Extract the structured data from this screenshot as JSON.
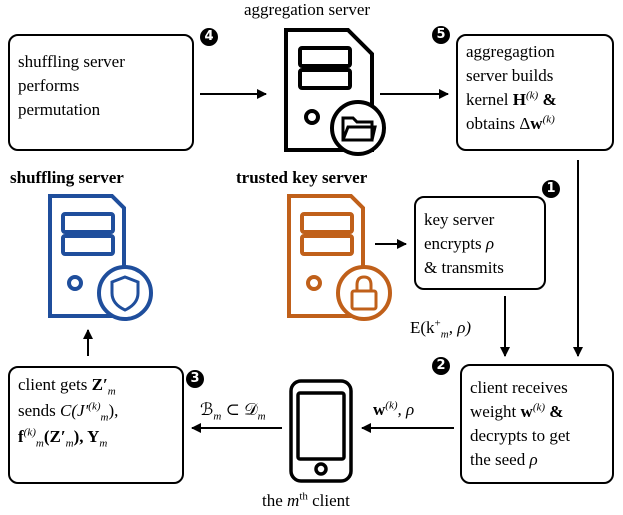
{
  "servers": {
    "aggregation": {
      "label": "aggregation server",
      "icon": "server-folder-icon",
      "color": "#000000"
    },
    "shuffling": {
      "label": "shuffling server",
      "icon": "server-shield-icon",
      "color": "#1f4e9c"
    },
    "trusted": {
      "label": "trusted key server",
      "icon": "server-lock-icon",
      "color": "#c0601a"
    },
    "client": {
      "label_prefix": "the ",
      "label_var": "m",
      "label_sup": "th",
      "label_suffix": " client",
      "icon": "smartphone-icon"
    }
  },
  "steps": {
    "s1": "1",
    "s2": "2",
    "s3": "3",
    "s4": "4",
    "s5": "5"
  },
  "boxes": {
    "shuffle_perm": {
      "lines": [
        "shuffling server",
        "performs",
        "permutation"
      ]
    },
    "agg_builds": {
      "line1": "aggregagtion",
      "line2": "server builds",
      "line3_text": "kernel ",
      "line3_math": "H",
      "line3_sup": "(k)",
      "line3_end": " &",
      "line4_text": "obtains ",
      "line4_delta": "Δ",
      "line4_math": "w",
      "line4_sup": "(k)"
    },
    "key_encrypts": {
      "line1": "key server",
      "line2_text": "encrypts ",
      "line2_math": "ρ",
      "line3": "& transmits"
    },
    "client_receives": {
      "line1": "client receives",
      "line2_text": "weight ",
      "line2_math": "w",
      "line2_sup": "(k)",
      "line2_end": " &",
      "line3": "decrypts to get",
      "line4_text": "the seed ",
      "line4_math": "ρ"
    },
    "client_gets": {
      "line1_text": "client gets ",
      "line1_math": "Z′",
      "line1_sub": "m",
      "line2_text": "sends ",
      "line2_math": "C(J′",
      "line2_sup": "(k)",
      "line2_sub": "m",
      "line2_end": "),",
      "line3_math": "f",
      "line3_sup": "(k)",
      "line3_sub": "m",
      "line3_arg": "(Z′",
      "line3_arg_sub": "m",
      "line3_mid": "), Y",
      "line3_end_sub": "m"
    }
  },
  "edge_labels": {
    "enc": {
      "prefix": "E(k",
      "sup": "+",
      "sub": "m",
      "suffix": ", ρ)"
    },
    "wrho": {
      "math": "w",
      "sup": "(k)",
      "suffix": ", ρ"
    },
    "bm": {
      "b": "ℬ",
      "b_sub": "m",
      "rel": " ⊂ ",
      "d": "𝒟",
      "d_sub": "m"
    }
  }
}
